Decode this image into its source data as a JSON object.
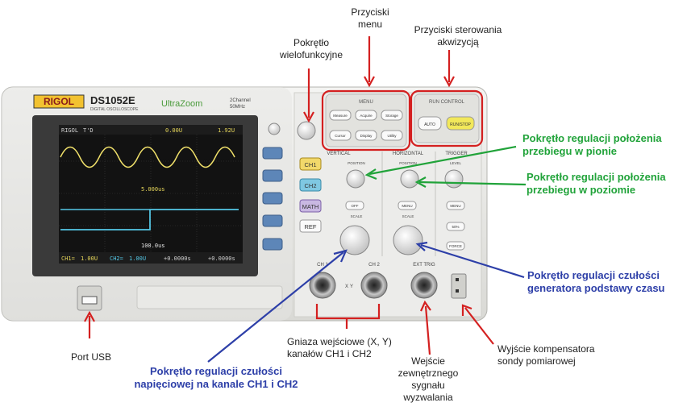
{
  "device": {
    "brand": "RIGOL",
    "model": "DS1052E",
    "subtitle": "DIGITAL OSCILLOSCOPE",
    "ultrazoom": "UltraZoom",
    "channels": "2Channel",
    "bandwidth": "50MHz"
  },
  "screen": {
    "top_brand": "RIGOL",
    "top_mode": "T'D",
    "trig_a": "0.00U",
    "trig_b": "1.92U",
    "mid_value": "5.000us",
    "low_value": "100.0us",
    "ch1": "CH1=",
    "ch1_val": "1.00U",
    "ch2": "CH2=",
    "ch2_val": "1.00U",
    "t1": "+0.0000s",
    "t2": "+0.0000s"
  },
  "panel": {
    "menu_title": "MENU",
    "menu_buttons": [
      "Measure",
      "Acquire",
      "Storage",
      "Cursor",
      "Display",
      "Utility"
    ],
    "run_title": "RUN CONTROL",
    "auto": "AUTO",
    "runstop": "RUN/STOP",
    "vertical": "VERTICAL",
    "horizontal": "HORIZONTAL",
    "trigger": "TRIGGER",
    "position": "POSITION",
    "scale": "SCALE",
    "level": "LEVEL",
    "ch_buttons": [
      "CH1",
      "CH2",
      "MATH",
      "REF"
    ],
    "off": "OFF",
    "menu_small": "MENU",
    "h50": "50%",
    "force": "FORCE",
    "ch1_label": "CH 1",
    "ch2_label": "CH 2",
    "ext": "EXT TRIG",
    "x": "X",
    "y": "Y"
  },
  "annotations": {
    "przyciski_menu": "Przyciski\nmenu",
    "przyciski_akw": "Przyciski sterowania\nakwizycją",
    "pokretlo_wielo": "Pokrętło\nwielofunkcyjne",
    "pion": "Pokrętło  regulacji położenia\nprzebiegu w pionie",
    "poziom": "Pokrętło  regulacji położenia\nprzebiegu w poziomie",
    "czas": "Pokrętło regulacji czułości\ngeneratora podstawy czasu",
    "usb": "Port USB",
    "gniazda": "Gniaza wejściowe (X, Y)\nkanałów CH1 i CH2",
    "napiecie": "Pokrętło regulacji czułości\nnapięciowej na kanale CH1 i CH2",
    "zewn": "Wejście\nzewnętrznego\nsygnału\nwyzwalania",
    "kompensator": "Wyjście kompensatora\nsondy pomiarowej"
  },
  "colors": {
    "red": "#d42020",
    "green": "#21a33a",
    "blue": "#2d3fa8"
  }
}
